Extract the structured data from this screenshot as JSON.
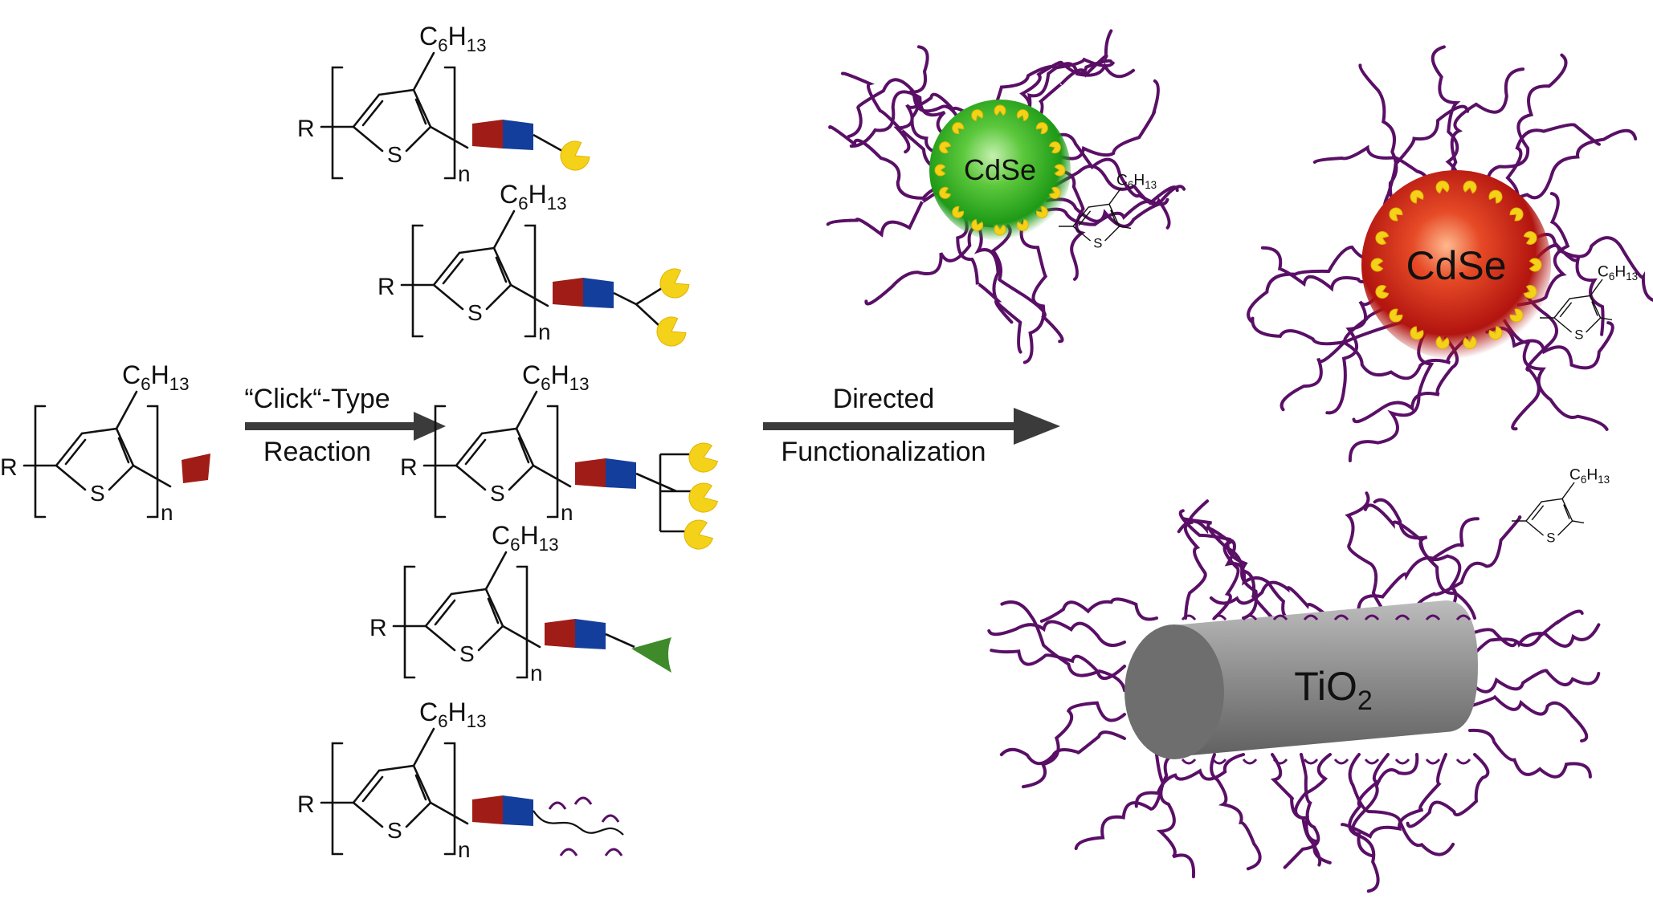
{
  "molecule": {
    "r_group": "R",
    "sulfur": "S",
    "repeat": "n",
    "side_chain": {
      "base": "C",
      "sub1": "6",
      "mid": "H",
      "sub2": "13"
    }
  },
  "arrows": {
    "click_line1": "“Click“-Type",
    "click_line2": "Reaction",
    "directed_line1": "Directed",
    "directed_line2": "Functionalization"
  },
  "particles": {
    "green_label": "CdSe",
    "red_label": "CdSe",
    "rod_label_base": "TiO",
    "rod_label_sub": "2"
  },
  "colors": {
    "polymer_strand": "#5a0f66",
    "red_block": "#a01c17",
    "blue_block": "#143e9c",
    "anchor_yellow": "#f5d21a",
    "anchor_green": "#3f8a2a",
    "arrow_gray": "#3b3b3b",
    "green_particle": "#34b324",
    "red_particle": "#c9221a",
    "rod_gray": "#8d8d8d"
  },
  "icons": {
    "anchor": "pacman-anchor-icon",
    "cone": "cone-anchor-icon"
  }
}
